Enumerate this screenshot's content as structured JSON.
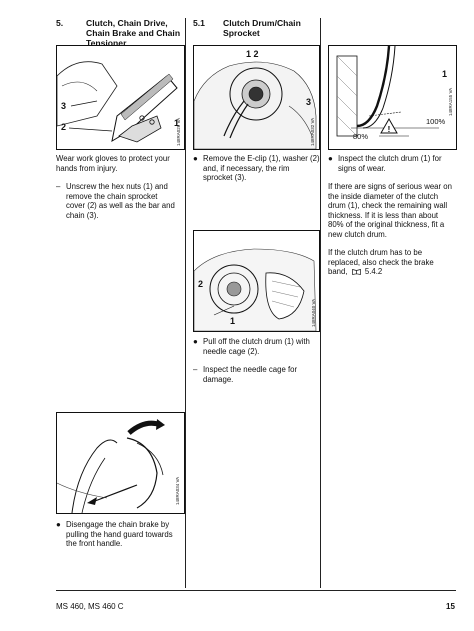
{
  "section5": {
    "number": "5.",
    "title_lines": [
      "Clutch, Chain Drive,",
      "Chain Brake and Chain",
      "Tensioner"
    ]
  },
  "section51": {
    "number": "5.1",
    "title_lines": [
      "Clutch Drum/Chain",
      "Sprocket"
    ]
  },
  "figures": {
    "fig1": {
      "code": "148RA026 VA",
      "labels": [
        "3",
        "2",
        "1"
      ]
    },
    "fig2": {
      "code": "148RA032 VA",
      "labels": [
        "1 2",
        "3"
      ]
    },
    "fig3": {
      "code": "148RA155 VA",
      "labels": [
        "1",
        "100%",
        "80%"
      ]
    },
    "fig4": {
      "code": "148RA040 VA",
      "labels": [
        "2",
        "1"
      ]
    },
    "fig5": {
      "code": "148RA034 VA"
    }
  },
  "col1": {
    "intro_lines": [
      "Wear work gloves to protect your",
      "hands from injury."
    ],
    "dash1_lines": [
      "Unscrew the hex nuts (1) and",
      "remove the chain sprocket",
      "cover (2) as well as the bar and",
      "chain (3)."
    ],
    "bullet_lines": [
      "Disengage the chain brake by",
      "pulling the hand guard towards",
      "the front handle."
    ]
  },
  "col2": {
    "bullet1_lines": [
      "Remove the E-clip (1), washer (2)",
      "and, if necessary, the rim",
      "sprocket (3)."
    ],
    "bullet2_lines": [
      "Pull off the clutch drum (1) with",
      "needle cage (2)."
    ],
    "dash1_lines": [
      "Inspect the needle cage for",
      "damage."
    ]
  },
  "col3": {
    "bullet1_lines": [
      "Inspect the clutch drum (1) for",
      "signs of wear."
    ],
    "para1_lines": [
      "If there are signs of serious wear on",
      "the inside diameter of the clutch",
      "drum (1), check the remaining wall",
      "thickness. If it is less than about",
      "80% of the original thickness, fit a",
      "new clutch drum."
    ],
    "para2_lines": [
      "If the clutch drum has to be",
      "replaced, also check the brake"
    ],
    "para2_last": "band,",
    "para2_ref": "5.4.2"
  },
  "footer": {
    "model": "MS 460, MS 460 C",
    "page": "15"
  },
  "symbols": {
    "bullet": "●",
    "dash": "–",
    "book": "book-icon"
  }
}
